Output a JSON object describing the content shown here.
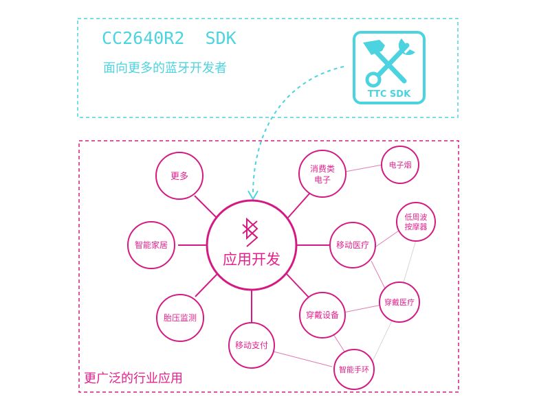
{
  "header": {
    "title": "CC2640R2  SDK",
    "subtitle": "面向更多的蓝牙开发者",
    "logo_label": "TTC SDK",
    "logo_icon": "hammer-wrench-icon"
  },
  "center": {
    "icon": "bluetooth-icon",
    "label": "应用开发"
  },
  "nodes": {
    "more": "更多",
    "consumer_line1": "消费类",
    "consumer_line2": "电子",
    "ecig": "电子烟",
    "massager_line1": "低周波",
    "massager_line2": "按摩器",
    "mobile_medical": "移动医疗",
    "smart_home": "智能家居",
    "fetal_monitor": "胎压监测",
    "wearable": "穿戴设备",
    "wearable_medical": "穿戴医疗",
    "mobile_pay": "移动支付",
    "smart_band": "智能手环"
  },
  "footer": {
    "caption": "更广泛的行业应用"
  },
  "colors": {
    "cyan": "#4cd3e0",
    "pink": "#d41a82"
  }
}
